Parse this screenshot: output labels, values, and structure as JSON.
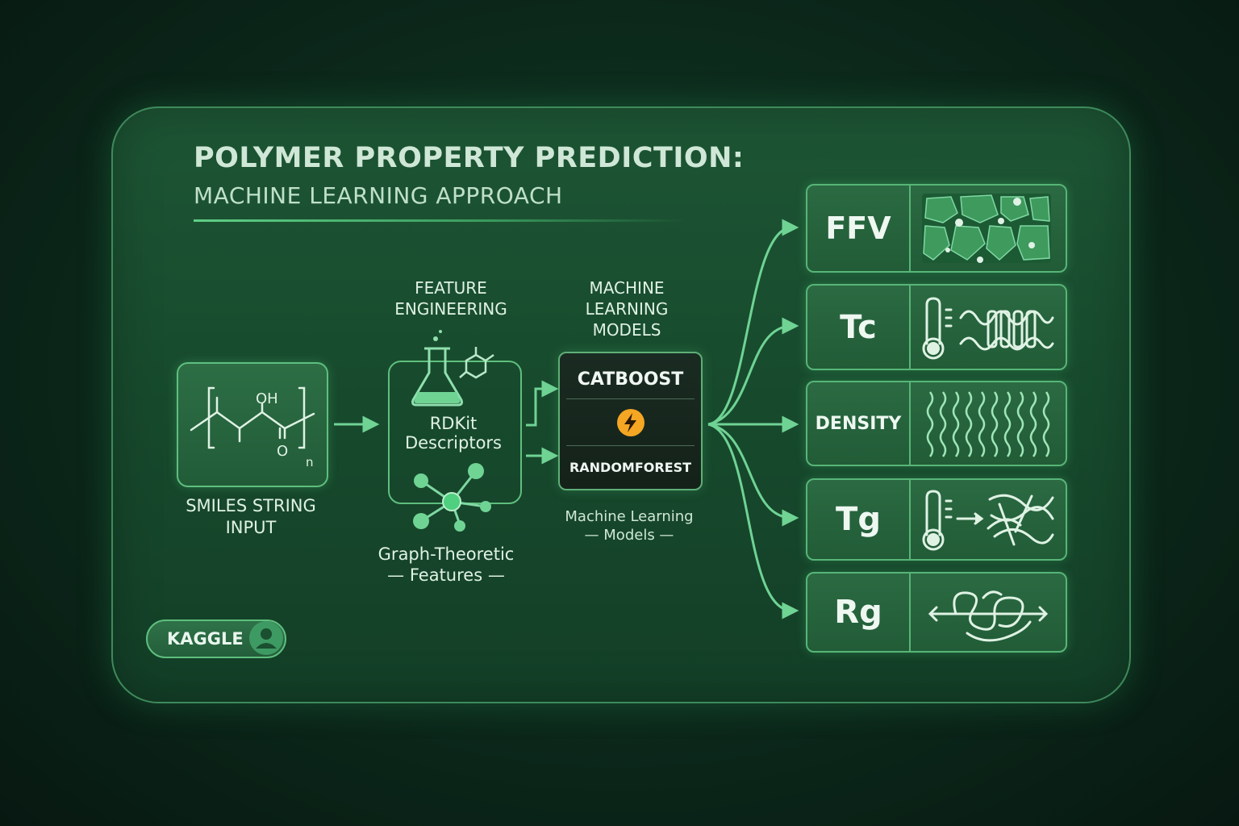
{
  "header": {
    "title": "POLYMER PROPERTY PREDICTION:",
    "subtitle": "MACHINE LEARNING APPROACH"
  },
  "input": {
    "label_line1": "SMILES STRING",
    "label_line2": "INPUT",
    "structure_oh": "OH",
    "structure_o": "O",
    "structure_n": "n"
  },
  "feature_engineering": {
    "heading_line1": "FEATURE",
    "heading_line2": "ENGINEERING",
    "rdkit_line1": "RDKit",
    "rdkit_line2": "Descriptors",
    "graph_line1": "Graph-Theoretic",
    "graph_line2": "Features"
  },
  "ml_models": {
    "heading_line1": "MACHINE",
    "heading_line2": "LEARNING",
    "heading_line3": "MODELS",
    "model1": "CATBOOST",
    "model2": "RANDOMFOREST",
    "caption_line1": "Machine Learning",
    "caption_line2": "Models"
  },
  "properties": [
    {
      "label": "FFV",
      "icon": "porous-microstructure-icon"
    },
    {
      "label": "Tc",
      "icon": "thermometer-chain-icon"
    },
    {
      "label": "DENSITY",
      "icon": "packed-chains-icon"
    },
    {
      "label": "Tg",
      "icon": "thermometer-transition-icon"
    },
    {
      "label": "Rg",
      "icon": "coiled-chain-icon"
    }
  ],
  "badge": {
    "label": "KAGGLE",
    "icon": "user-avatar-icon"
  },
  "colors": {
    "accent": "#5fcf86",
    "panel": "#1a4f30",
    "lightning": "#f5a623"
  }
}
